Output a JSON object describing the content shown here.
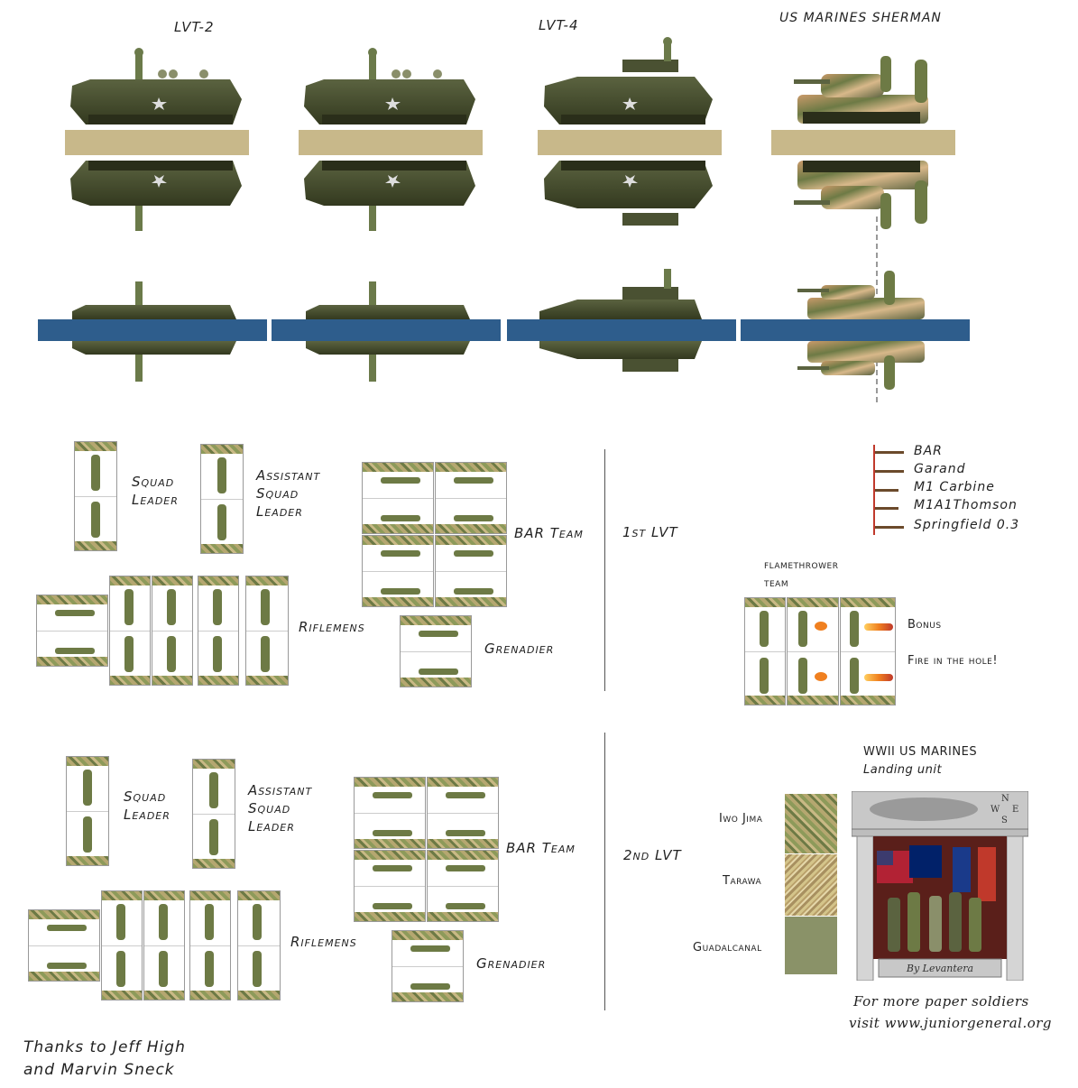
{
  "vehicles": {
    "lvt2": "LVT-2",
    "lvt4": "LVT-4",
    "sherman": "US MARINES SHERMAN"
  },
  "team1": {
    "squad_leader": [
      "Squad",
      "Leader"
    ],
    "assistant": [
      "Assistant",
      "Squad",
      "Leader"
    ],
    "bar_team": "BAR Team",
    "riflemens": "Riflemens",
    "grenadier": "Grenadier",
    "section": "1st LVT"
  },
  "team2": {
    "squad_leader": [
      "Squad",
      "Leader"
    ],
    "assistant": [
      "Assistant",
      "Squad",
      "Leader"
    ],
    "bar_team": "BAR Team",
    "riflemens": "Riflemens",
    "grenadier": "Grenadier",
    "section": "2nd LVT"
  },
  "weapons": [
    "BAR",
    "Garand",
    "M1 Carbine",
    "M1A1Thomson",
    "Springfield 0.3"
  ],
  "flamethrower": {
    "title": [
      "flamethrower",
      "team"
    ],
    "bonus": "Bonus",
    "fire": "Fire in the hole!"
  },
  "camo": {
    "items": [
      "Iwo Jima",
      "Tarawa",
      "Guadalcanal"
    ]
  },
  "banner": {
    "title": [
      "WWII US MARINES",
      "Landing unit"
    ],
    "compass": {
      "n": "N",
      "w": "W",
      "e": "E",
      "s": "S"
    },
    "author": "By Levantera"
  },
  "footer": {
    "more": [
      "For more paper soldiers",
      "visit www.juniorgeneral.org"
    ],
    "thanks": [
      "Thanks to Jeff High",
      "and Marvin Sneck"
    ]
  },
  "colors": {
    "olive": "#4a5132",
    "olive_dark": "#3a3f28",
    "sand": "#c8b88a",
    "water": "#2e5d8c",
    "flame": "#f08020"
  }
}
